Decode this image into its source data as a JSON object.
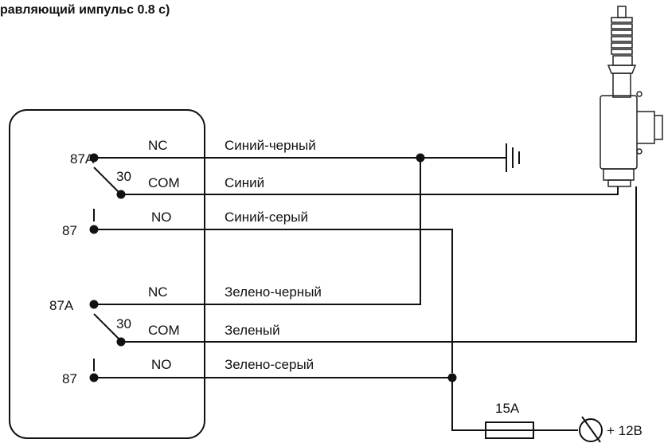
{
  "title": "равляющий импульс 0.8 с)",
  "relay1": {
    "pin_87a": "87A",
    "pin_30": "30",
    "pin_87": "87",
    "nc": "NC",
    "com": "COM",
    "no": "NO",
    "wire_nc": "Синий-черный",
    "wire_com": "Синий",
    "wire_no": "Синий-серый"
  },
  "relay2": {
    "pin_87a": "87A",
    "pin_30": "30",
    "pin_87": "87",
    "nc": "NC",
    "com": "COM",
    "no": "NO",
    "wire_nc": "Зелено-черный",
    "wire_com": "Зеленый",
    "wire_no": "Зелено-серый"
  },
  "fuse_label": "15A",
  "power_label": "+ 12В",
  "symbols": [
    "ground-symbol",
    "fuse-symbol",
    "power-terminal-symbol",
    "door-lock-actuator"
  ]
}
